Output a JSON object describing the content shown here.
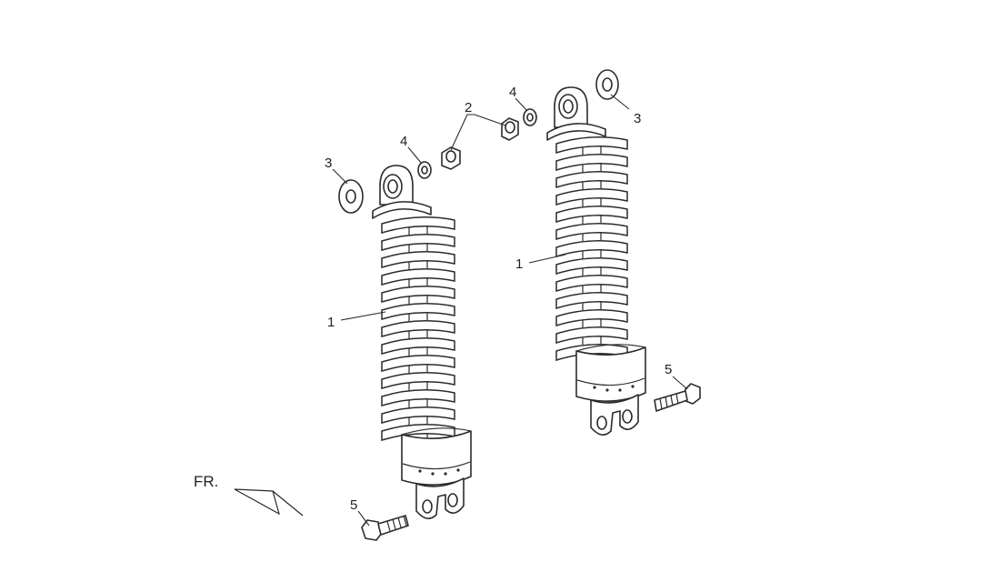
{
  "diagram": {
    "orientation_label": "FR.",
    "callouts": {
      "left_shock": "1",
      "right_shock": "1",
      "collar_nut": "2",
      "left_large_washer": "3",
      "right_large_washer": "3",
      "left_small_washer": "4",
      "right_small_washer": "4",
      "left_bolt": "5",
      "right_bolt": "5"
    }
  }
}
